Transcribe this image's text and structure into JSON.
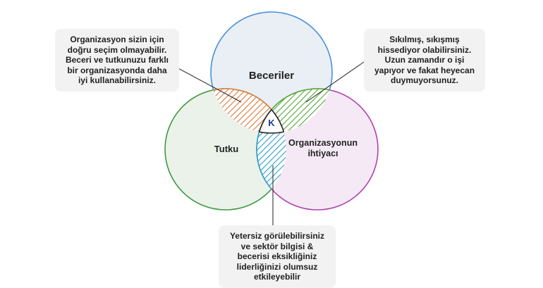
{
  "diagram": {
    "circles": {
      "top": {
        "label": "Beceriler",
        "fill": "#e9eff5",
        "stroke": "#4a90d9"
      },
      "left": {
        "label": "Tutku",
        "fill": "#eaf2ea",
        "stroke": "#3e9a3e"
      },
      "right": {
        "label_line1": "Organizasyonun",
        "label_line2": "ihtiyacı",
        "fill": "#f6e9f6",
        "stroke": "#b042b0"
      }
    },
    "overlaps": {
      "top_left": "#e07a3a",
      "top_right": "#55a83a",
      "left_right": "#2aa0c8"
    },
    "center_label": "K",
    "center_color": "#1a3c8c"
  },
  "callouts": {
    "top_left": "Organizasyon sizin için doğru seçim olmayabilir. Beceri ve tutkunuzu farklı bir organizasyonda daha iyi kullanabilirsiniz.",
    "top_right": "Sıkılmış, sıkışmış hissediyor olabilirsiniz. Uzun zamandır o işi yapıyor ve fakat heyecan duymuyorsunuz.",
    "bottom": "Yetersiz görülebilirsiniz ve sektör bilgisi & becerisi eksikliğiniz liderliğinizi olumsuz etkileyebilir"
  }
}
